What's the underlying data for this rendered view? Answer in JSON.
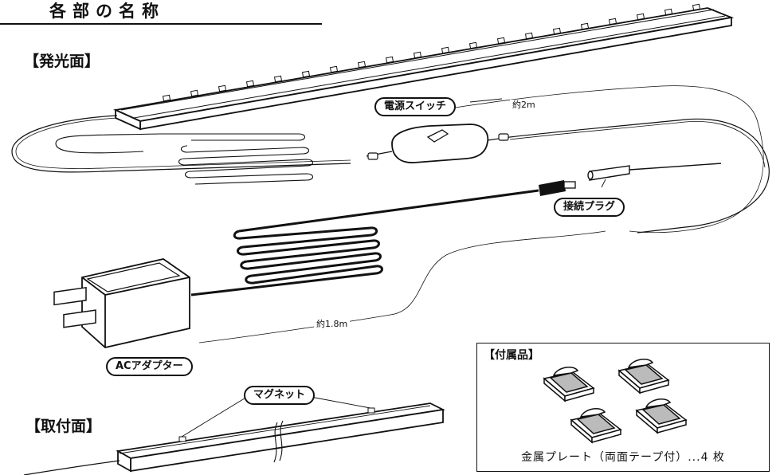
{
  "header": {
    "title": "各部の名称"
  },
  "sections": {
    "emitting_face": "【発光面】",
    "mounting_face": "【取付面】"
  },
  "callouts": {
    "power_switch": "電源スイッチ",
    "connection_plug": "接続プラグ",
    "ac_adapter": "ACアダプター",
    "magnet": "マグネット"
  },
  "dimensions": {
    "switch_cable_length": "約2m",
    "adapter_cable_length": "約1.8m"
  },
  "accessories": {
    "title": "【付属品】",
    "caption": "金属プレート（両面テープ付）...4 枚"
  }
}
